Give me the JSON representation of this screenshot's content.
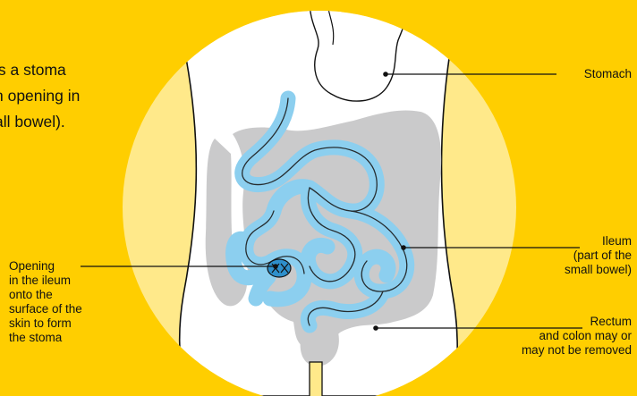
{
  "intro": {
    "lines": [
      "is a stoma",
      "n opening in",
      "all bowel)."
    ]
  },
  "labels": {
    "stomach": [
      "Stomach"
    ],
    "ileum": [
      "Ileum",
      "(part of the",
      "small bowel)"
    ],
    "rectum": [
      "Rectum",
      "and colon may or",
      "may not be removed"
    ],
    "opening": [
      "Opening",
      "in the ileum",
      "onto the",
      "surface of the",
      "skin to form",
      "the stoma"
    ]
  },
  "colors": {
    "background": "#FFCE00",
    "circle": "#FFE98A",
    "body": "#FFFFFF",
    "colon": "#CACACB",
    "small_bowel": "#8CCFEF",
    "stoma": "#2E8FCB",
    "outline": "#111111"
  }
}
